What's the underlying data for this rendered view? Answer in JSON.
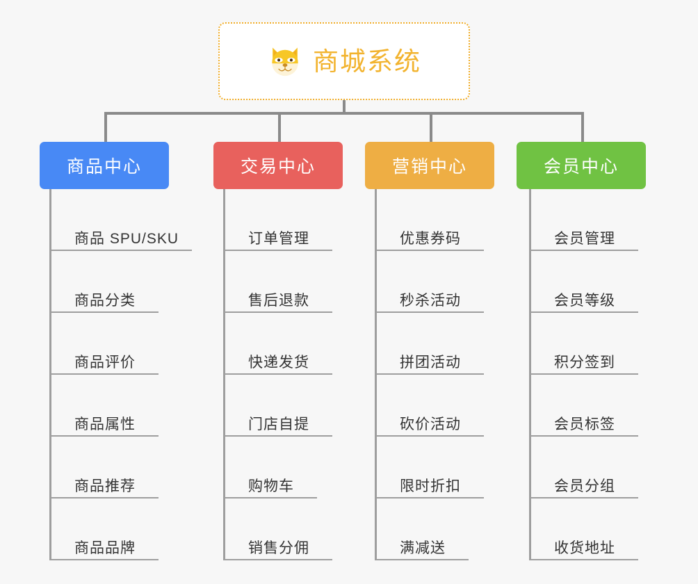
{
  "root": {
    "title": "商城系统",
    "icon": "shiba-dog-icon",
    "border_color": "#f0ad29",
    "text_color": "#f2b32e",
    "background": "#ffffff"
  },
  "canvas": {
    "background": "#f7f7f7",
    "connector_color": "#8a8a8a",
    "leaf_line_color": "#9e9e9e",
    "leaf_text_color": "#333333"
  },
  "branches": [
    {
      "label": "商品中心",
      "color": "#4889f5",
      "items": [
        "商品 SPU/SKU",
        "商品分类",
        "商品评价",
        "商品属性",
        "商品推荐",
        "商品品牌"
      ]
    },
    {
      "label": "交易中心",
      "color": "#e8615d",
      "items": [
        "订单管理",
        "售后退款",
        "快递发货",
        "门店自提",
        "购物车",
        "销售分佣"
      ]
    },
    {
      "label": "营销中心",
      "color": "#eeae44",
      "items": [
        "优惠券码",
        "秒杀活动",
        "拼团活动",
        "砍价活动",
        "限时折扣",
        "满减送"
      ]
    },
    {
      "label": "会员中心",
      "color": "#70c243",
      "items": [
        "会员管理",
        "会员等级",
        "积分签到",
        "会员标签",
        "会员分组",
        "收货地址"
      ]
    }
  ]
}
